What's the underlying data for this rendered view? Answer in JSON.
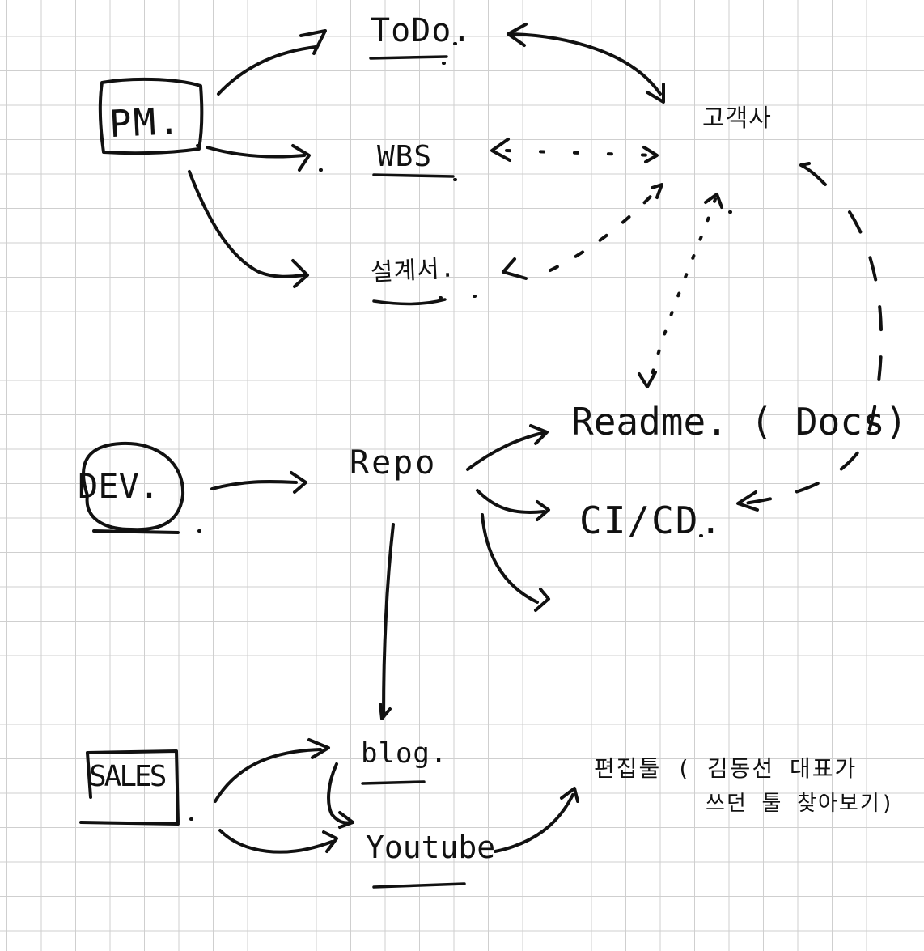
{
  "nodes": {
    "pm": "PM.",
    "dev": "DEV.",
    "sales": "SALES"
  },
  "items": {
    "todo": "ToDo.",
    "wbs": "WBS",
    "design_doc": "설계서.",
    "client": "고객사",
    "repo": "Repo",
    "readme": "Readme. ( Docs)",
    "cicd": "CI/CD.",
    "blog": "blog.",
    "youtube": "Youtube"
  },
  "notes": {
    "editor_line1": "편집툴 ( 김동선 대표가",
    "editor_line2": "쓰던 툴 찾아보기)"
  },
  "colors": {
    "ink": "#111111",
    "grid": "#cfcfcf",
    "paper": "#ffffff"
  }
}
